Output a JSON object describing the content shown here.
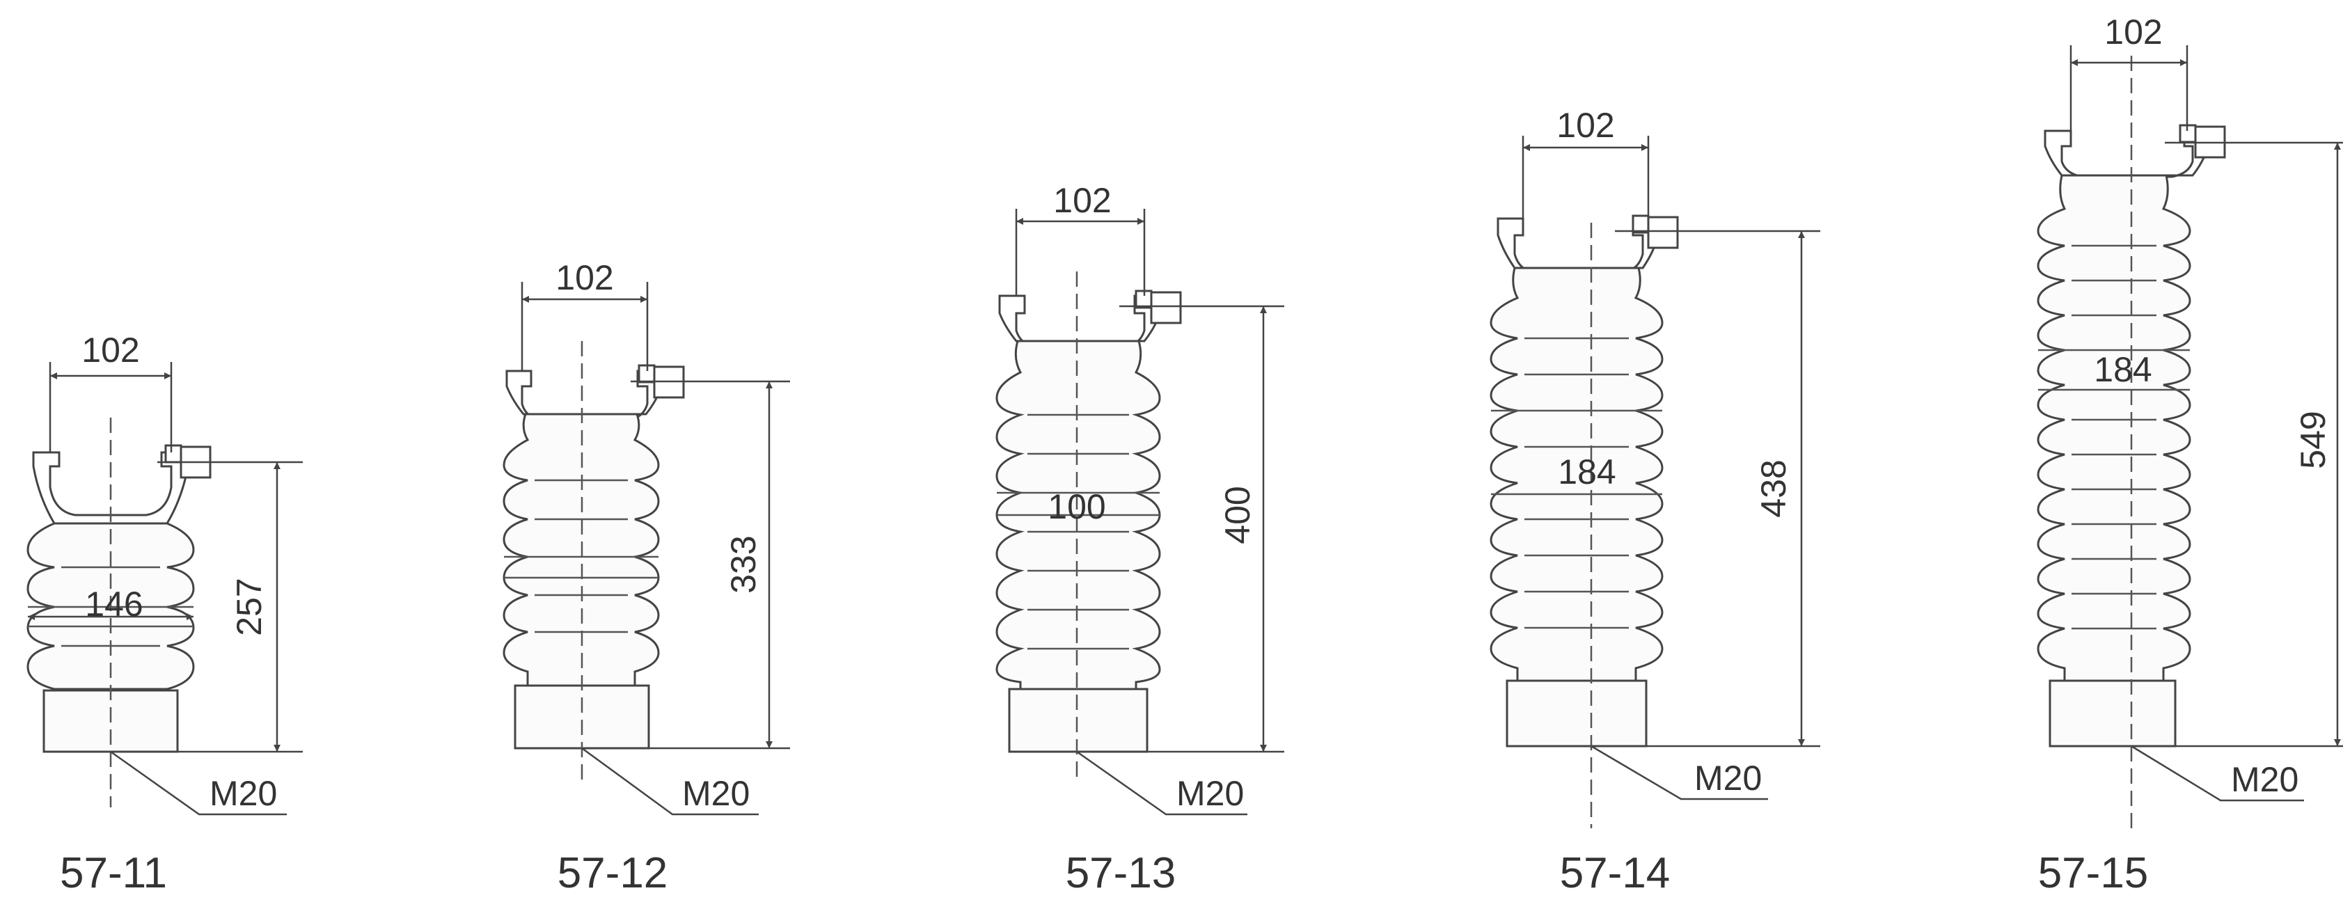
{
  "diagram": {
    "insulators": [
      {
        "model": "57-11",
        "terminal_spacing": "102",
        "height": "257",
        "detail": "146",
        "thread": "M20"
      },
      {
        "model": "57-12",
        "terminal_spacing": "102",
        "height": "333",
        "detail": "",
        "thread": "M20"
      },
      {
        "model": "57-13",
        "terminal_spacing": "102",
        "height": "400",
        "detail": "100",
        "thread": "M20"
      },
      {
        "model": "57-14",
        "terminal_spacing": "102",
        "height": "438",
        "detail": "184",
        "thread": "M20"
      },
      {
        "model": "57-15",
        "terminal_spacing": "102",
        "height": "549",
        "detail": "184",
        "thread": "M20"
      }
    ]
  },
  "colors": {
    "line": "#444444",
    "fill": "#fbfbfb",
    "text": "#333333"
  }
}
